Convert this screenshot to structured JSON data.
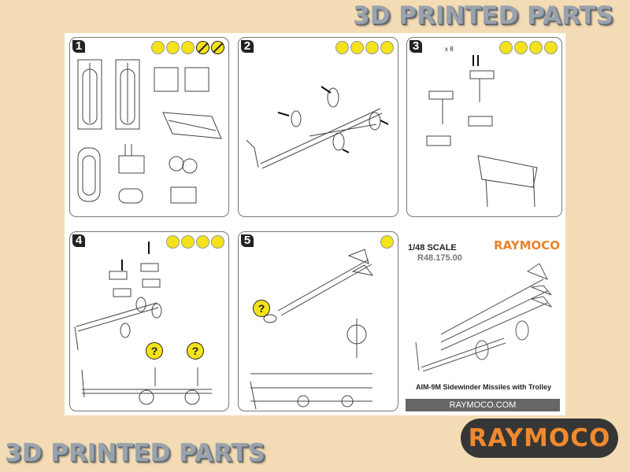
{
  "banners": {
    "top": "3D PRINTED PARTS",
    "bottom": "3D PRINTED PARTS"
  },
  "steps": [
    {
      "number": "1",
      "tools": [
        "cut-icon",
        "knife-icon",
        "sand-icon",
        "no-glue-icon",
        "no-paint-icon"
      ]
    },
    {
      "number": "2",
      "tools": [
        "cut-icon",
        "knife-icon",
        "sand-icon",
        "glue-icon"
      ]
    },
    {
      "number": "3",
      "tools": [
        "cut-icon",
        "knife-icon",
        "sand-icon",
        "glue-icon"
      ],
      "quantity_note": "x 8"
    },
    {
      "number": "4",
      "tools": [
        "cut-icon",
        "knife-icon",
        "sand-icon",
        "glue-icon"
      ],
      "help": [
        "?",
        "?"
      ]
    },
    {
      "number": "5",
      "tools": [
        "glue-icon"
      ],
      "help": [
        "?"
      ]
    }
  ],
  "info": {
    "scale": "1/48 SCALE",
    "code": "R48.175.00",
    "brand": "RAYMOCO",
    "title": "AIM-9M Sidewinder Missiles with Trolley",
    "website": "RAYMOCO.COM"
  },
  "logo": "RAYMOCO",
  "colors": {
    "background": "#f3dcb5",
    "brand_orange": "#f08a2e",
    "tool_yellow": "#f4e21a",
    "logo_bg": "#363636"
  }
}
